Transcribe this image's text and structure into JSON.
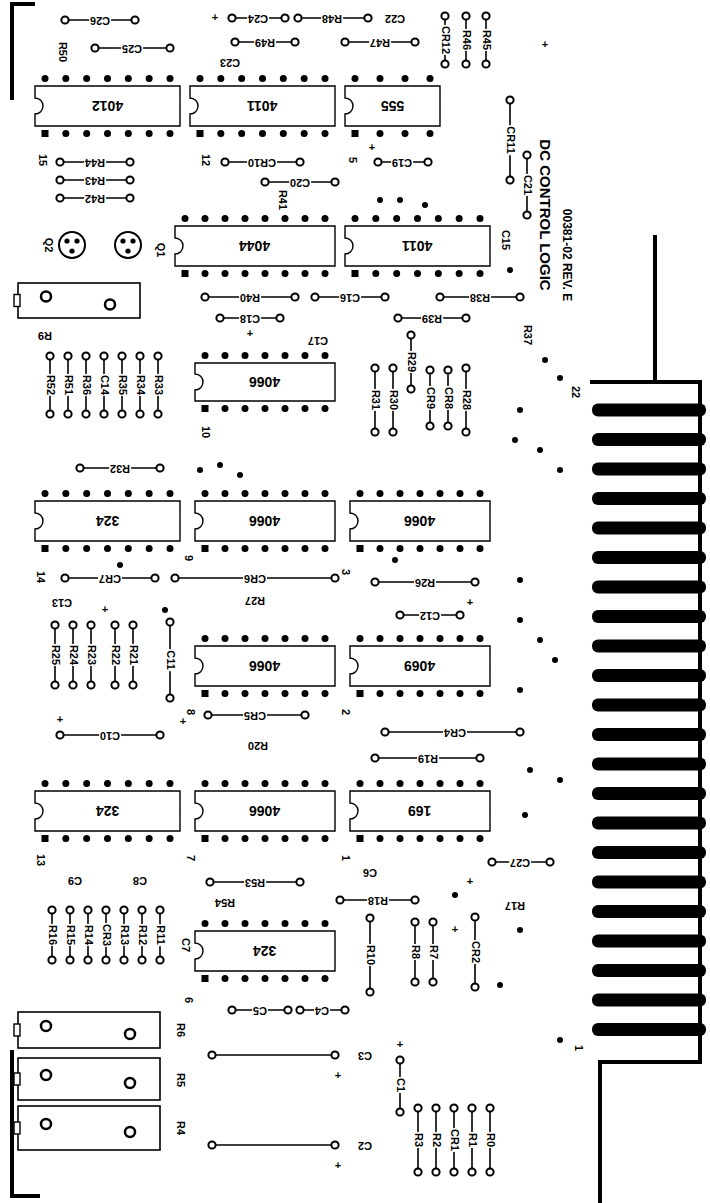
{
  "diagram": {
    "title": "DC CONTROL LOGIC",
    "nodes": [
      {
        "text": [
          "4012"
        ]
      },
      {
        "text": [
          "4011"
        ]
      },
      {
        "text": [
          "555"
        ]
      },
      {
        "text": [
          "4044"
        ]
      },
      {
        "text": [
          "4011"
        ]
      },
      {
        "text": [
          "4066"
        ]
      },
      {
        "text": [
          "324"
        ]
      },
      {
        "text": [
          "4066"
        ]
      },
      {
        "text": [
          "4066"
        ]
      },
      {
        "text": [
          "4066"
        ]
      },
      {
        "text": [
          "4069"
        ]
      },
      {
        "text": [
          "324"
        ]
      },
      {
        "text": [
          "4066"
        ]
      },
      {
        "text": [
          "169"
        ]
      },
      {
        "text": [
          "324"
        ]
      }
    ],
    "labels": [
      "C26",
      "R50",
      "C25",
      "+",
      "C24",
      "R48",
      "C22",
      "R49",
      "C23",
      "R47",
      "CR12",
      "R46",
      "R45",
      "+",
      "15",
      "R44",
      "R43",
      "R42",
      "12",
      "CR10",
      "5",
      "+",
      "C19",
      "C20",
      "R41",
      "CR11",
      "C21",
      "Q2",
      "Q1",
      "R9",
      "R40",
      "C18",
      "+",
      "C16",
      "C17",
      "C15",
      "R38",
      "R39",
      "R37",
      "R52",
      "R51",
      "R36",
      "C14",
      "R35",
      "R34",
      "R33",
      "R31",
      "R30",
      "R29",
      "CR9",
      "CR8",
      "R28",
      "10",
      "R32",
      "14",
      "CR7",
      "9",
      "CR6",
      "R27",
      "C13",
      "+",
      "3",
      "R26",
      "C12",
      "+",
      "R25",
      "R24",
      "R23",
      "R22",
      "R21",
      "C11",
      "C10",
      "+",
      "+",
      "8",
      "CR5",
      "R20",
      "2",
      "CR4",
      "R19",
      "13",
      "C9",
      "C8",
      "7",
      "R53",
      "R54",
      "1",
      "C6",
      "R18",
      "+",
      "C27",
      "R17",
      "R16",
      "R15",
      "R14",
      "CR3",
      "R13",
      "R12",
      "R11",
      "C7",
      "6",
      "C5",
      "C4",
      "R10",
      "R8",
      "R7",
      "+",
      "CR2",
      "R6",
      "R5",
      "R4",
      "C3",
      "+",
      "C2",
      "+",
      "+",
      "C1",
      "R3",
      "R2",
      "CR1",
      "R1",
      "R0",
      "00381-02 REV. E",
      "22",
      "1"
    ]
  }
}
